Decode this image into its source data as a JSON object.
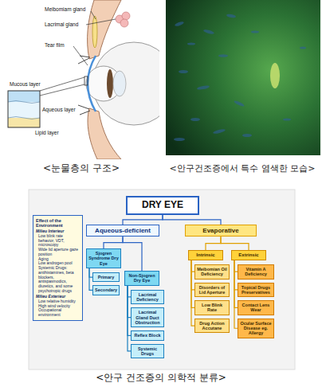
{
  "diagram": {
    "nodes": [
      {
        "text": [
          "DRY EYE"
        ]
      },
      {
        "text": [
          "Effect of the Environment",
          "Milieu Interieur",
          "Low blink rate behavior, VDT, microscopy",
          "Wide lid aperture gaze position",
          "Aging",
          "Low androgen pool",
          "Systemic Drugs: antihistamines, beta blockers, antispasmodics, diuretics, and some psychotropic drugs",
          "Milieu Exterieur",
          "Low relative humidity",
          "High wind velocity",
          "Occupational environment"
        ]
      },
      {
        "text": [
          "Aqueous-deficient"
        ]
      },
      {
        "text": [
          "Evaporative"
        ]
      },
      {
        "text": [
          "Sjogren Syndrome Dry Eye"
        ]
      },
      {
        "text": [
          "Non-Sjogren Dry Eye"
        ]
      },
      {
        "text": [
          "Primary"
        ]
      },
      {
        "text": [
          "Secondary"
        ]
      },
      {
        "text": [
          "Lacrimal Deficiency"
        ]
      },
      {
        "text": [
          "Lacrimal Gland Duct Obstruction"
        ]
      },
      {
        "text": [
          "Reflex Block"
        ]
      },
      {
        "text": [
          "Systemic Drugs"
        ]
      },
      {
        "text": [
          "Intrinsic"
        ]
      },
      {
        "text": [
          "Extrinsic"
        ]
      },
      {
        "text": [
          "Meibomian Oil Deficiency"
        ]
      },
      {
        "text": [
          "Disorders of Lid Aperture"
        ]
      },
      {
        "text": [
          "Low Blink Rate"
        ]
      },
      {
        "text": [
          "Drug Action Accutane"
        ]
      },
      {
        "text": [
          "Vitamin A Deficiency"
        ]
      },
      {
        "text": [
          "Topical Drugs Preservatives"
        ]
      },
      {
        "text": [
          "Contact Lens Wear"
        ]
      },
      {
        "text": [
          "Ocular Surface Disease eg. Allergy"
        ]
      }
    ],
    "edges": [
      {
        "from": 0,
        "to": 2,
        "arrow": "none"
      },
      {
        "from": 0,
        "to": 3,
        "arrow": "none"
      },
      {
        "from": 2,
        "to": 4,
        "arrow": "none"
      },
      {
        "from": 2,
        "to": 5,
        "arrow": "none"
      },
      {
        "from": 4,
        "to": 6,
        "arrow": "none"
      },
      {
        "from": 4,
        "to": 7,
        "arrow": "none"
      },
      {
        "from": 5,
        "to": 8,
        "arrow": "none"
      },
      {
        "from": 5,
        "to": 9,
        "arrow": "none"
      },
      {
        "from": 5,
        "to": 10,
        "arrow": "none"
      },
      {
        "from": 5,
        "to": 11,
        "arrow": "none"
      },
      {
        "from": 3,
        "to": 12,
        "arrow": "none"
      },
      {
        "from": 3,
        "to": 13,
        "arrow": "none"
      },
      {
        "from": 12,
        "to": 14,
        "arrow": "none"
      },
      {
        "from": 12,
        "to": 15,
        "arrow": "none"
      },
      {
        "from": 12,
        "to": 16,
        "arrow": "none"
      },
      {
        "from": 12,
        "to": 17,
        "arrow": "none"
      },
      {
        "from": 13,
        "to": 18,
        "arrow": "none"
      },
      {
        "from": 13,
        "to": 19,
        "arrow": "none"
      },
      {
        "from": 13,
        "to": 20,
        "arrow": "none"
      },
      {
        "from": 13,
        "to": 21,
        "arrow": "none"
      }
    ],
    "labels": [
      "Meibomiam gland",
      "Lacrimal gland",
      "Tear film",
      "Mucous layer",
      "Aqueous layer",
      "Lipid layer",
      "<눈물층의 구조>",
      "<안구건조증에서 특수 염색한 모습>",
      "<안구 건조증의 의학적 분류>"
    ]
  }
}
